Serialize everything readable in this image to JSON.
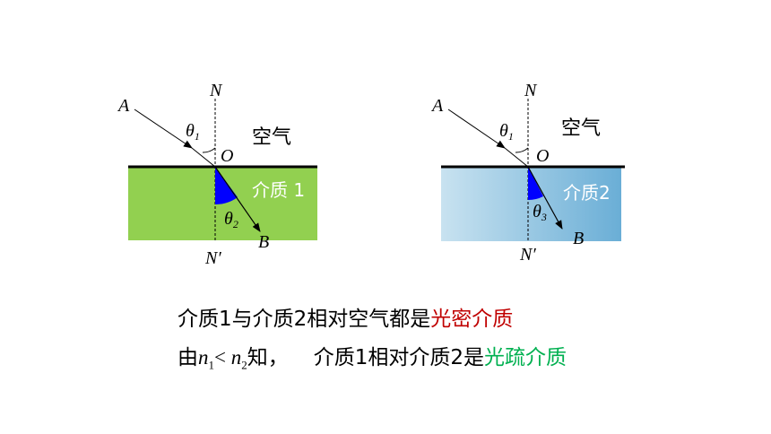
{
  "diagram_left": {
    "label_A": "A",
    "label_N": "N",
    "label_N_prime": "N′",
    "label_O": "O",
    "label_B": "B",
    "theta_in": "θ",
    "theta_in_sub": "1",
    "theta_out": "θ",
    "theta_out_sub": "2",
    "air_label": "空气",
    "medium_label": "介质 1",
    "medium_color": "#92d050"
  },
  "diagram_right": {
    "label_A": "A",
    "label_N": "N",
    "label_N_prime": "N′",
    "label_O": "O",
    "label_B": "B",
    "theta_in": "θ",
    "theta_in_sub": "1",
    "theta_out": "θ",
    "theta_out_sub": "3",
    "air_label": "空气",
    "medium_label": "介质2",
    "medium_color_light": "#c8e2f0",
    "medium_color_dark": "#6aaed6"
  },
  "caption1": {
    "prefix": "介质1与介质2相对空气都是",
    "highlight": "光密介质"
  },
  "caption2": {
    "part1": "由",
    "n1": "n",
    "n1_sub": "1",
    "lt": "< ",
    "n2": "n",
    "n2_sub": "2",
    "part2": "知，",
    "part3": "介质1相对介质2是",
    "highlight": "光疏介质"
  },
  "colors": {
    "angle_wedge": "#0000ff",
    "caption_red": "#c00000",
    "caption_green": "#00b050"
  }
}
